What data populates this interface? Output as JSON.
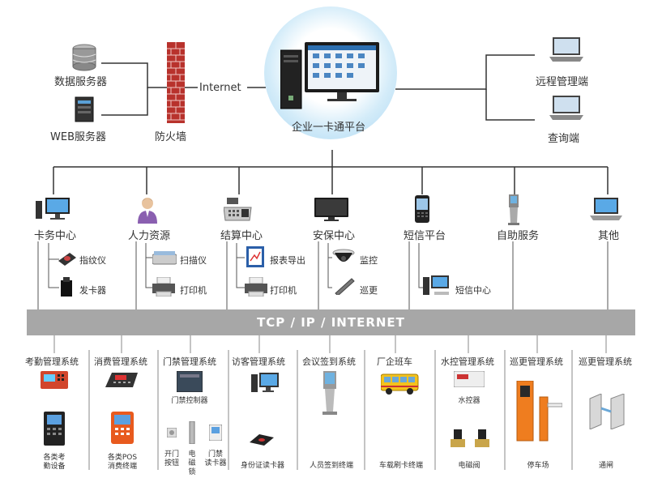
{
  "top": {
    "data_server": "数据服务器",
    "web_server": "WEB服务器",
    "firewall": "防火墙",
    "internet": "Internet",
    "platform": "企业一卡通平台",
    "remote_mgmt": "远程管理端",
    "query": "查询端"
  },
  "centers": [
    {
      "label": "卡务中心"
    },
    {
      "label": "人力资源"
    },
    {
      "label": "结算中心"
    },
    {
      "label": "安保中心"
    },
    {
      "label": "短信平台"
    },
    {
      "label": "自助服务"
    },
    {
      "label": "其他"
    }
  ],
  "peripherals": {
    "fingerprint": "指纹仪",
    "card_issuer": "发卡器",
    "scanner": "扫描仪",
    "printer1": "打印机",
    "report_export": "报表导出",
    "printer2": "打印机",
    "monitor": "监控",
    "patrol": "巡更",
    "sms_center": "短信中心"
  },
  "bus": "TCP / IP / INTERNET",
  "systems": [
    {
      "label": "考勤管理系统",
      "caption": "各类考\n勤设备"
    },
    {
      "label": "消费管理系统",
      "caption": "各类POS\n消费终端"
    },
    {
      "label": "门禁管理系统",
      "caption": "门禁控制器"
    },
    {
      "label": "访客管理系统",
      "caption": "身份证读卡器"
    },
    {
      "label": "会议签到系统",
      "caption": "人员签到终端"
    },
    {
      "label": "厂企班车",
      "caption": "车载刷卡终端"
    },
    {
      "label": "水控管理系统",
      "caption": "电磁阀",
      "sub": "水控器"
    },
    {
      "label": "巡更管理系统",
      "caption": "停车场"
    },
    {
      "label": "巡更管理系统",
      "caption": "通闸"
    }
  ],
  "access_parts": {
    "open_button": "开门\n按钮",
    "mag_lock": "电磁锁",
    "door_reader": "门禁\n读卡器"
  }
}
